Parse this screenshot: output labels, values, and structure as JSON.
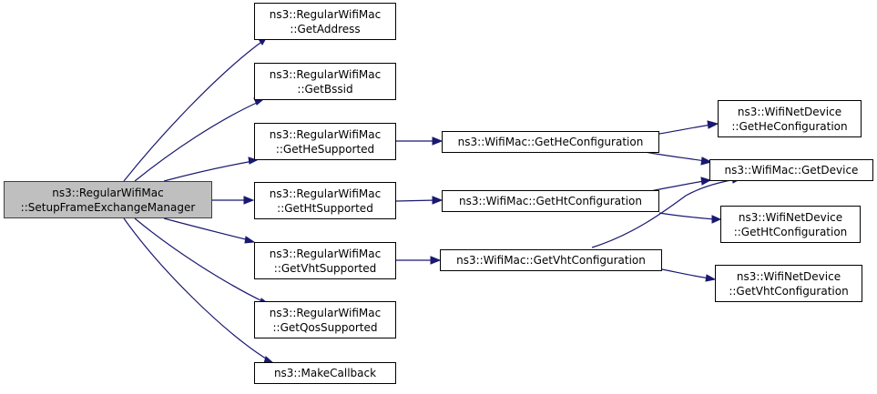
{
  "diagram": {
    "nodes": {
      "root": {
        "line1": "ns3::RegularWifiMac",
        "line2": "::SetupFrameExchangeManager"
      },
      "get_address": {
        "line1": "ns3::RegularWifiMac",
        "line2": "::GetAddress"
      },
      "get_bssid": {
        "line1": "ns3::RegularWifiMac",
        "line2": "::GetBssid"
      },
      "get_he_supported": {
        "line1": "ns3::RegularWifiMac",
        "line2": "::GetHeSupported"
      },
      "get_ht_supported": {
        "line1": "ns3::RegularWifiMac",
        "line2": "::GetHtSupported"
      },
      "get_vht_supported": {
        "line1": "ns3::RegularWifiMac",
        "line2": "::GetVhtSupported"
      },
      "get_qos_supported": {
        "line1": "ns3::RegularWifiMac",
        "line2": "::GetQosSupported"
      },
      "make_callback": {
        "line1": "ns3::MakeCallback"
      },
      "wifimac_get_he_configuration": {
        "line1": "ns3::WifiMac::GetHeConfiguration"
      },
      "wifimac_get_ht_configuration": {
        "line1": "ns3::WifiMac::GetHtConfiguration"
      },
      "wifimac_get_vht_configuration": {
        "line1": "ns3::WifiMac::GetVhtConfiguration"
      },
      "netdevice_get_he_configuration": {
        "line1": "ns3::WifiNetDevice",
        "line2": "::GetHeConfiguration"
      },
      "wifimac_get_device": {
        "line1": "ns3::WifiMac::GetDevice"
      },
      "netdevice_get_ht_configuration": {
        "line1": "ns3::WifiNetDevice",
        "line2": "::GetHtConfiguration"
      },
      "netdevice_get_vht_configuration": {
        "line1": "ns3::WifiNetDevice",
        "line2": "::GetVhtConfiguration"
      }
    },
    "edges": [
      {
        "from": "root",
        "to": "get_address"
      },
      {
        "from": "root",
        "to": "get_bssid"
      },
      {
        "from": "root",
        "to": "get_he_supported"
      },
      {
        "from": "root",
        "to": "get_ht_supported"
      },
      {
        "from": "root",
        "to": "get_vht_supported"
      },
      {
        "from": "root",
        "to": "get_qos_supported"
      },
      {
        "from": "root",
        "to": "make_callback"
      },
      {
        "from": "get_he_supported",
        "to": "wifimac_get_he_configuration"
      },
      {
        "from": "get_ht_supported",
        "to": "wifimac_get_ht_configuration"
      },
      {
        "from": "get_vht_supported",
        "to": "wifimac_get_vht_configuration"
      },
      {
        "from": "wifimac_get_he_configuration",
        "to": "netdevice_get_he_configuration"
      },
      {
        "from": "wifimac_get_he_configuration",
        "to": "wifimac_get_device"
      },
      {
        "from": "wifimac_get_ht_configuration",
        "to": "wifimac_get_device"
      },
      {
        "from": "wifimac_get_ht_configuration",
        "to": "netdevice_get_ht_configuration"
      },
      {
        "from": "wifimac_get_vht_configuration",
        "to": "wifimac_get_device"
      },
      {
        "from": "wifimac_get_vht_configuration",
        "to": "netdevice_get_vht_configuration"
      }
    ],
    "colors": {
      "edge": "#191970",
      "root_fill": "#bfbfbf",
      "node_fill": "#ffffff",
      "node_border": "#000000"
    }
  }
}
